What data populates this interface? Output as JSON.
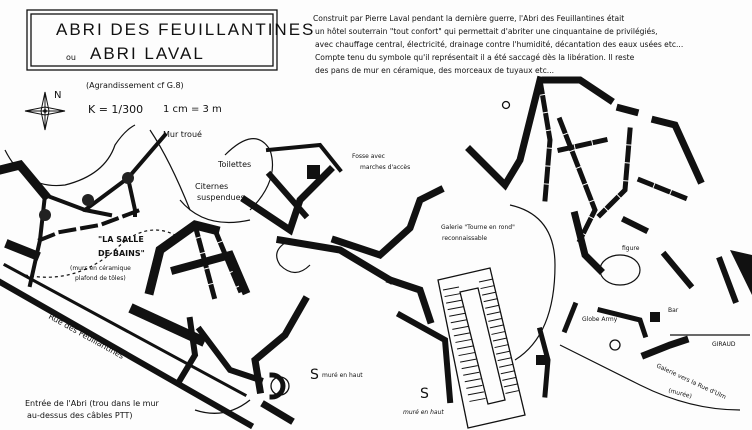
{
  "title": {
    "line1": "ABRI DES FEUILLANTINES",
    "line2_prefix": "ou",
    "line2": "ABRI LAVAL"
  },
  "subtitle": "(Agrandissement cf G.8)",
  "scale": {
    "ratio": "K = 1/300",
    "equivalence": "1 cm = 3 m"
  },
  "compass": {
    "north_label": "N",
    "icon": "compass-rose-icon"
  },
  "description": [
    "Construit par Pierre Laval pendant la dernière guerre, l'Abri des Feuillantines était",
    "un hôtel souterrain \"tout confort\" qui permettait d'abriter une cinquantaine de privilégiés,",
    "avec chauffage central, électricité, drainage contre l'humidité, décantation des eaux usées etc...",
    "Compte tenu du symbole qu'il représentait il a été saccagé dès la libération. Il reste",
    "des pans de mur en céramique, des morceaux de tuyaux etc..."
  ],
  "labels": {
    "mur_troue": "Mur troué",
    "toilettes": "Toilettes",
    "citernes_1": "Citernes",
    "citernes_2": "suspendues",
    "salle_1": "\"LA SALLE",
    "salle_2": "DE BAINS\"",
    "salle_note_1": "(murs en céramique",
    "salle_note_2": "plafond de tôles)",
    "rue": "Rue des Feuillantines",
    "fosse_1": "Fosse avec",
    "fosse_2": "marches d'accès",
    "galerie_1": "Galerie \"Tourne en rond\"",
    "galerie_2": "reconnaissable",
    "figure": "figure",
    "globe_army": "Globe Army",
    "bar": "Bar",
    "giraud": "GIRAUD",
    "galerie_ulm_1": "Galerie vers la Rue d'Ulm",
    "galerie_ulm_2": "(murée)",
    "s1": "S",
    "s1_note": "muré en haut",
    "s2": "S",
    "s2_note": "muré en haut",
    "entree_1": "Entrée de l'Abri (trou dans le mur",
    "entree_2": "au-dessus des câbles PTT)"
  }
}
